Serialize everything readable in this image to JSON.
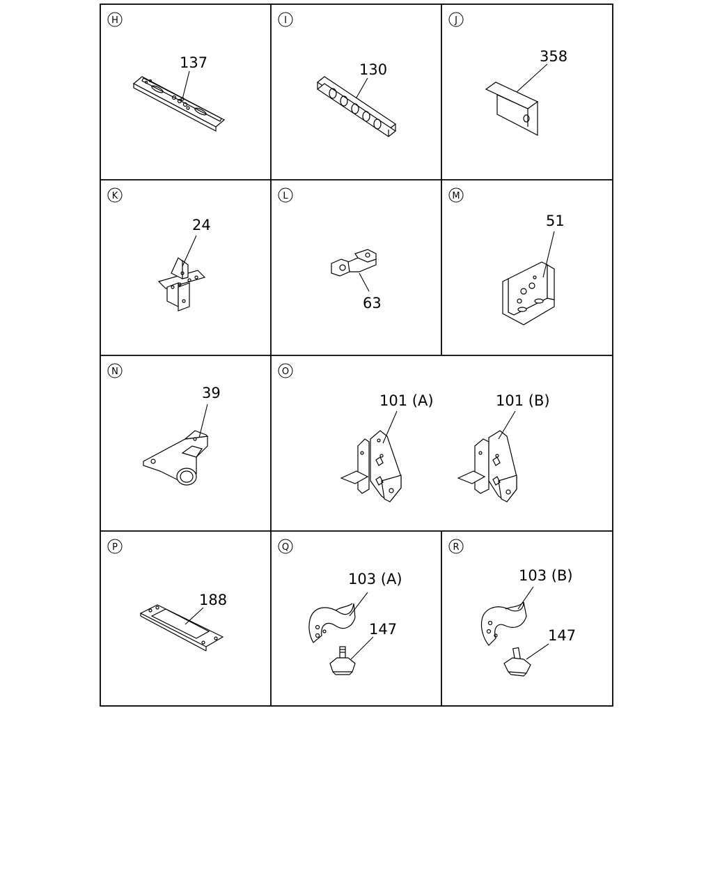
{
  "panels": [
    {
      "letter": "H",
      "labels": [
        "137"
      ]
    },
    {
      "letter": "I",
      "labels": [
        "130"
      ]
    },
    {
      "letter": "J",
      "labels": [
        "358"
      ]
    },
    {
      "letter": "K",
      "labels": [
        "24"
      ]
    },
    {
      "letter": "L",
      "labels": [
        "63"
      ]
    },
    {
      "letter": "M",
      "labels": [
        "51"
      ]
    },
    {
      "letter": "N",
      "labels": [
        "39"
      ]
    },
    {
      "letter": "O",
      "labels": [
        "101 (A)",
        "101 (B)"
      ]
    },
    {
      "letter": "P",
      "labels": [
        "188"
      ]
    },
    {
      "letter": "Q",
      "labels": [
        "103 (A)",
        "147"
      ]
    },
    {
      "letter": "R",
      "labels": [
        "103 (B)",
        "147"
      ]
    }
  ]
}
